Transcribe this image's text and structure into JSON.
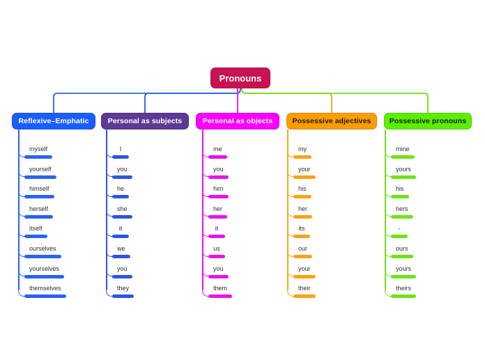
{
  "root": {
    "label": "Pronouns",
    "color": "#c81350",
    "text_color": "#ffffff"
  },
  "branches": [
    {
      "label": "Reflexive–Emphatic",
      "color": "#1a5eff",
      "text_color": "#ffffff",
      "line_color": "#2a62f5",
      "items": [
        "myself",
        "yourself",
        "himself",
        "herself",
        "itself",
        "ourselves",
        "yourselves",
        "themselves"
      ]
    },
    {
      "label": "Personal as subjects",
      "color": "#5d3a93",
      "text_color": "#ffffff",
      "line_color": "#2e55e0",
      "items": [
        "I",
        "you",
        "he",
        "she",
        "it",
        "we",
        "you",
        "they"
      ]
    },
    {
      "label": "Personal as objects",
      "color": "#f900ff",
      "text_color": "#ffffff",
      "line_color": "#e812f0",
      "items": [
        "me",
        "you",
        "him",
        "her",
        "it",
        "us",
        "you",
        "them"
      ]
    },
    {
      "label": "Possessive adjectives",
      "color": "#ff9d00",
      "text_color": "#1c1c1c",
      "line_color": "#ffa213",
      "items": [
        "my",
        "your",
        "his",
        "her",
        "its",
        "our",
        "your",
        "their"
      ]
    },
    {
      "label": "Possessive pronouns",
      "color": "#5bee00",
      "text_color": "#1c1c1c",
      "line_color": "#6fe312",
      "items": [
        "mine",
        "yours",
        "his",
        "hers",
        "-",
        "ours",
        "yours",
        "theirs"
      ]
    }
  ]
}
